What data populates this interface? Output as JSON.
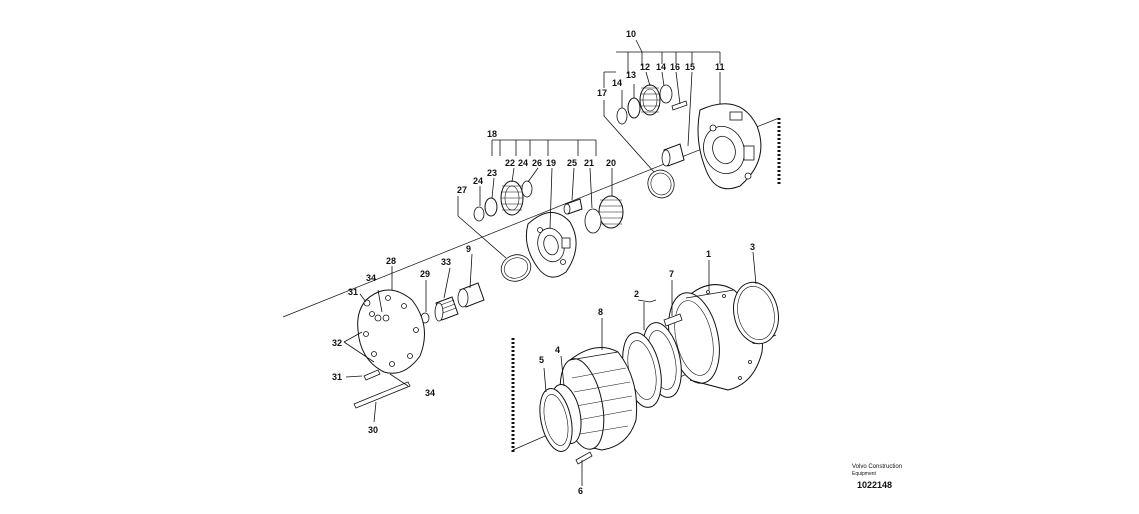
{
  "footer": {
    "line1": "Volvo Construction",
    "line2": "Equipment",
    "figure_id": "1022148"
  },
  "callouts": {
    "c1": "1",
    "c2": "2",
    "c3": "3",
    "c4": "4",
    "c5": "5",
    "c6": "6",
    "c7": "7",
    "c8": "8",
    "c9": "9",
    "c10": "10",
    "c11": "11",
    "c12": "12",
    "c13": "13",
    "c14a": "14",
    "c14b": "14",
    "c15": "15",
    "c16": "16",
    "c17": "17",
    "c18": "18",
    "c19": "19",
    "c20": "20",
    "c21": "21",
    "c22": "22",
    "c23": "23",
    "c24a": "24",
    "c24b": "24",
    "c25": "25",
    "c26": "26",
    "c27": "27",
    "c28": "28",
    "c29": "29",
    "c30": "30",
    "c31a": "31",
    "c31b": "31",
    "c32": "32",
    "c33": "33",
    "c34a": "34",
    "c34b": "34"
  }
}
